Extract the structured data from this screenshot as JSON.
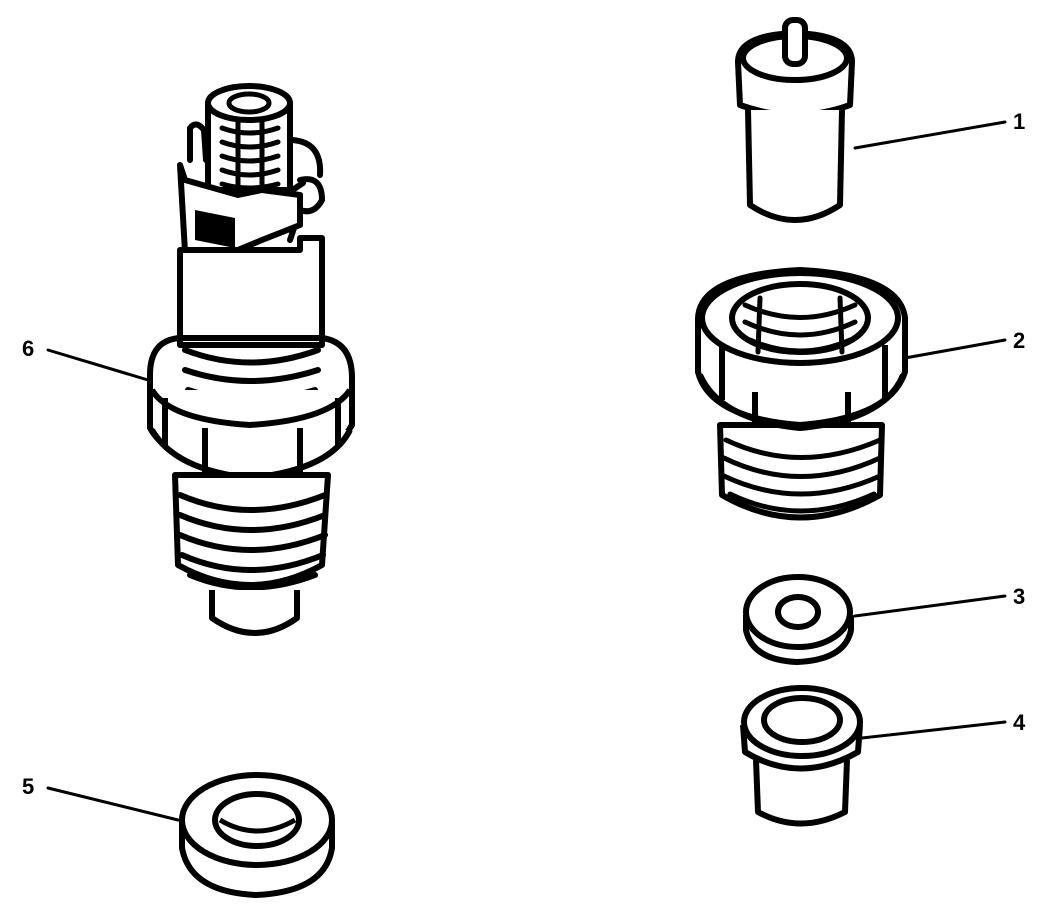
{
  "diagram": {
    "parts": [
      {
        "id": "nozzle",
        "number": "1"
      },
      {
        "id": "nozzle-nut",
        "number": "2"
      },
      {
        "id": "spacer-washer",
        "number": "3"
      },
      {
        "id": "nozzle-sleeve",
        "number": "4"
      },
      {
        "id": "seal-washer",
        "number": "5"
      },
      {
        "id": "injector-body",
        "number": "6"
      }
    ]
  }
}
